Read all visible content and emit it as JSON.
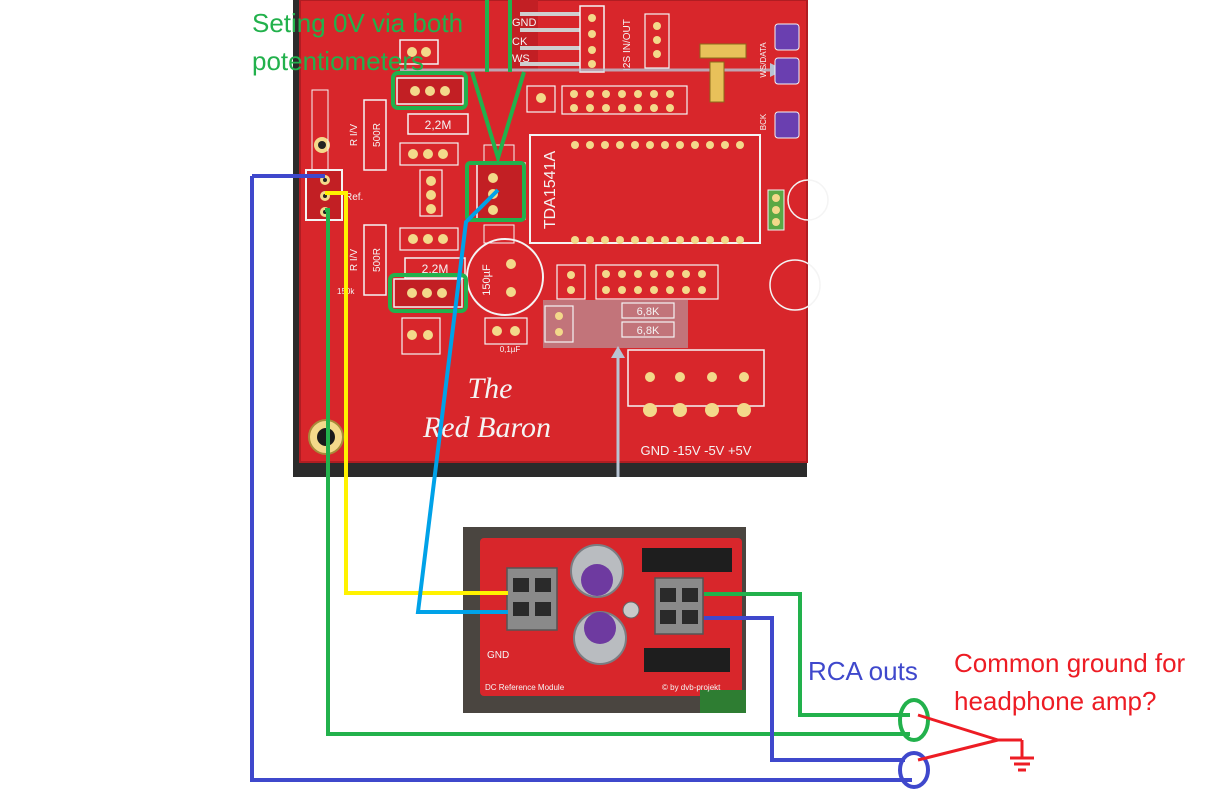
{
  "annotations": {
    "pot_note_line1": "Seting 0V via both",
    "pot_note_line2": "potentiometers",
    "rca_outs": "RCA outs",
    "ground_question_line1": "Common ground for",
    "ground_question_line2": "headphone amp?"
  },
  "main_board": {
    "brand_line1": "The",
    "brand_line2": "Red Baron",
    "chip_label": "TDA1541A",
    "power_labels": "GND  -15V -5V  +5V",
    "resistor_6k8_a": "6,8K",
    "resistor_6k8_b": "6,8K",
    "resistor_2m2_a": "2,2M",
    "resistor_2m2_b": "2,2M",
    "r_iv_a": "R I/V",
    "r_iv_b": "R I/V",
    "r500_a": "500R",
    "r500_b": "500R",
    "cap_150": "150µF",
    "cap_01": "0,1µF",
    "ref_label": "Ref.",
    "pot_label": "150k",
    "i2s_labels": [
      "GND",
      "CK",
      "WS"
    ],
    "i2s_header": "I2S IN/OUT",
    "wdata_label": "WS/DATA",
    "bck_label": "BCK"
  },
  "dc_module": {
    "title": "DC Reference Module",
    "credit": "© by dvb-projekt",
    "gnd_label": "GND"
  },
  "colors": {
    "pcb_red": "#d8262b",
    "annotation_green": "#22b14c",
    "wire_blue": "#3f48cc",
    "wire_yellow": "#fff200",
    "wire_lightblue": "#00a2e8",
    "ground_red": "#ed1c24"
  }
}
